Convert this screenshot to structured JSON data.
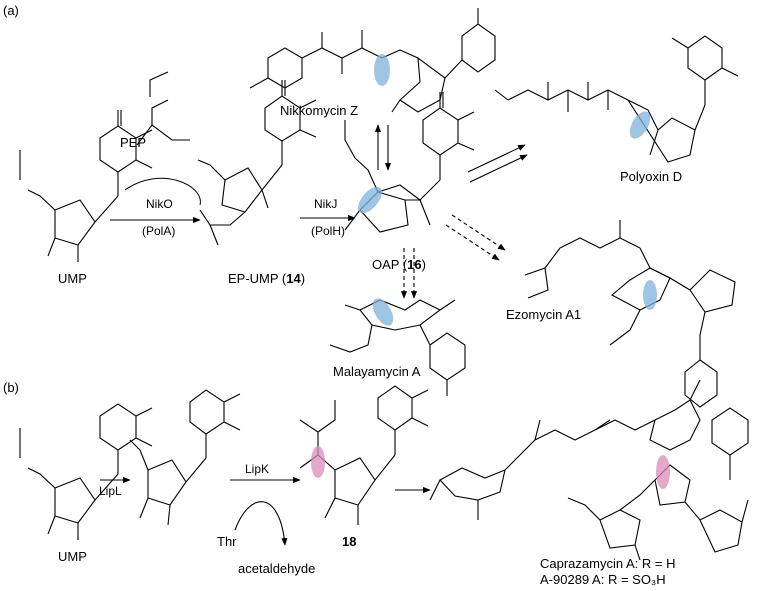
{
  "panels": {
    "a": "(a)",
    "b": "(b)"
  },
  "compounds": {
    "ump_a": "UMP",
    "pep": "PEP",
    "ep_ump": "EP-UMP (",
    "ep_ump_num": "14",
    "ep_ump_close": ")",
    "oap": "OAP (",
    "oap_num": "16",
    "oap_close": ")",
    "nikkomycin": "Nikkomycin Z",
    "polyoxin": "Polyoxin D",
    "ezomycin": "Ezomycin A1",
    "malayamycin": "Malayamycin A",
    "ump_b": "UMP",
    "cmpd18": "18",
    "thr": "Thr",
    "acetaldehyde": "acetaldehyde",
    "caprazamycin": "Caprazamycin A:  R = H",
    "a90289": "A-90289 A:         R = SO₃H"
  },
  "enzymes": {
    "niko": "NikO",
    "pola": "(PolA)",
    "nikj": "NikJ",
    "polh": "(PolH)",
    "lipl": "LipL",
    "lipk": "LipK"
  },
  "colors": {
    "blue_highlight": "#7fb2dc",
    "pink_highlight": "#d98bb8",
    "ink": "#000000"
  }
}
